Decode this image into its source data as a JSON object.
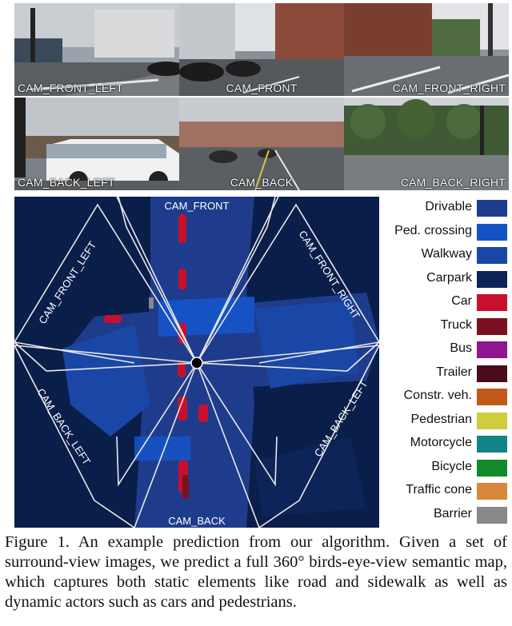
{
  "cameras": {
    "front_left": "CAM_FRONT_LEFT",
    "front": "CAM_FRONT",
    "front_right": "CAM_FRONT_RIGHT",
    "back_left": "CAM_BACK_LEFT",
    "back": "CAM_BACK",
    "back_right": "CAM_BACK_RIGHT"
  },
  "bev": {
    "front": "CAM_FRONT",
    "front_left": "CAM_FRONT_LEFT",
    "front_right": "CAM_FRONT_RIGHT",
    "back_left": "CAM_BACK_LEFT",
    "back": "CAM_BACK",
    "back_right": "CAM_BACK_LEFT"
  },
  "legend": [
    {
      "label": "Drivable",
      "color": "#1f3c8c"
    },
    {
      "label": "Ped. crossing",
      "color": "#1552c4"
    },
    {
      "label": "Walkway",
      "color": "#1a47a6"
    },
    {
      "label": "Carpark",
      "color": "#0d2458"
    },
    {
      "label": "Car",
      "color": "#c8102e"
    },
    {
      "label": "Truck",
      "color": "#7a1020"
    },
    {
      "label": "Bus",
      "color": "#8e168e"
    },
    {
      "label": "Trailer",
      "color": "#4a0c1c"
    },
    {
      "label": "Constr. veh.",
      "color": "#c05a18"
    },
    {
      "label": "Pedestrian",
      "color": "#cfcc3e"
    },
    {
      "label": "Motorcycle",
      "color": "#138486"
    },
    {
      "label": "Bicycle",
      "color": "#138a2a"
    },
    {
      "label": "Traffic cone",
      "color": "#d8883a"
    },
    {
      "label": "Barrier",
      "color": "#888888"
    }
  ],
  "caption": {
    "label": "Figure 1.",
    "text": "An example prediction from our algorithm. Given a set of surround-view images, we predict a full 360° birds-eye-view semantic map, which captures both static elements like road and sidewalk as well as dynamic actors such as cars and pedestrians."
  }
}
